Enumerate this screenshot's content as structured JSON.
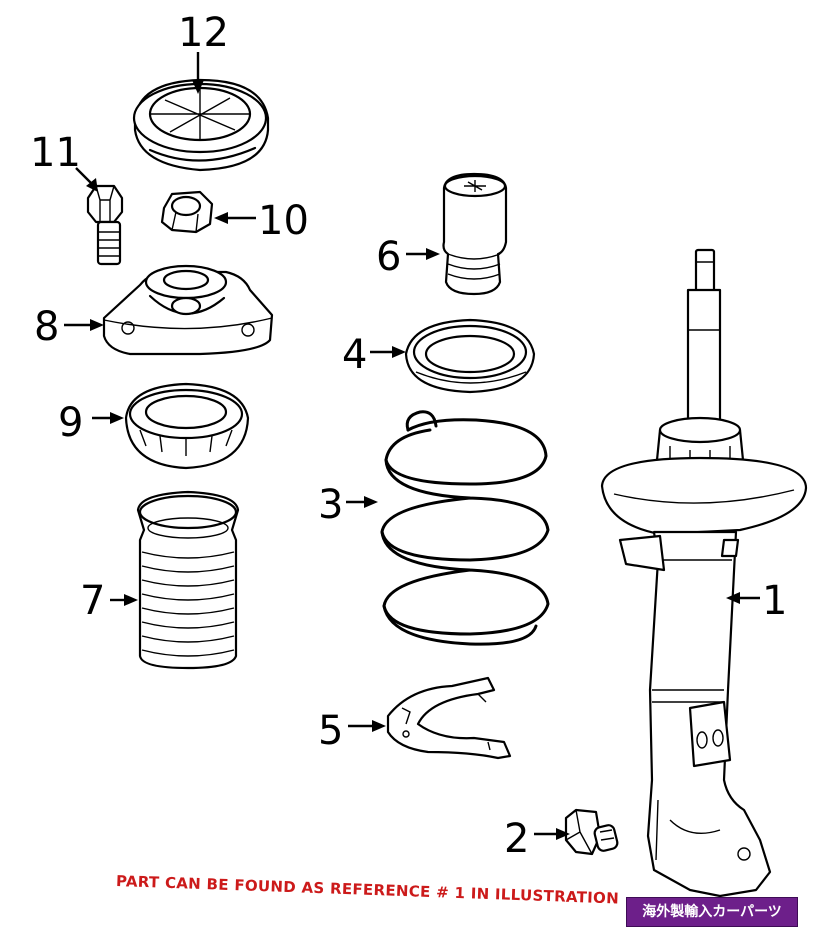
{
  "diagram": {
    "callouts": [
      "1",
      "2",
      "3",
      "4",
      "5",
      "6",
      "7",
      "8",
      "9",
      "10",
      "11",
      "12"
    ],
    "footer_note": "PART CAN BE FOUND AS REFERENCE # 1 IN ILLUSTRATION",
    "badge_text": "海外製輸入カーパーツ",
    "colors": {
      "footer_note": "#cc1a1a",
      "badge_bg": "#6d1f8a",
      "line": "#000000"
    }
  }
}
